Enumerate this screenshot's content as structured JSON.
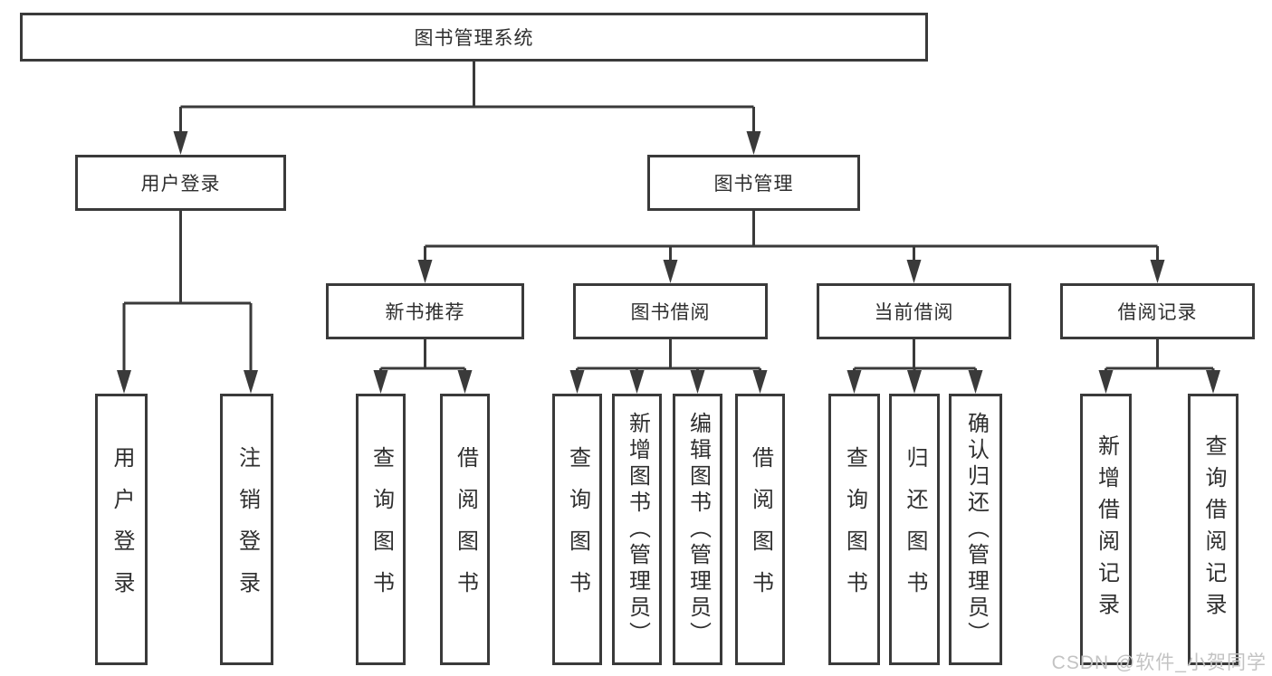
{
  "tree": {
    "label": "图书管理系统",
    "children": [
      {
        "label": "用户登录",
        "children": [
          {
            "label": "用户登录"
          },
          {
            "label": "注销登录"
          }
        ]
      },
      {
        "label": "图书管理",
        "children": [
          {
            "label": "新书推荐",
            "children": [
              {
                "label": "查询图书"
              },
              {
                "label": "借阅图书"
              }
            ]
          },
          {
            "label": "图书借阅",
            "children": [
              {
                "label": "查询图书"
              },
              {
                "label": "新增图书（管理员）"
              },
              {
                "label": "编辑图书（管理员）"
              },
              {
                "label": "借阅图书"
              }
            ]
          },
          {
            "label": "当前借阅",
            "children": [
              {
                "label": "查询图书"
              },
              {
                "label": "归还图书"
              },
              {
                "label": "确认归还（管理员）"
              }
            ]
          },
          {
            "label": "借阅记录",
            "children": [
              {
                "label": "新增借阅记录"
              },
              {
                "label": "查询借阅记录"
              }
            ]
          }
        ]
      }
    ]
  },
  "watermark": {
    "text": "CSDN @软件_小贺同学"
  },
  "colors": {
    "line": "#3a3a3a",
    "box_border": "#3a3a3a",
    "text": "#2f2f2f",
    "watermark": "#c3c3c3",
    "background": "#ffffff"
  }
}
